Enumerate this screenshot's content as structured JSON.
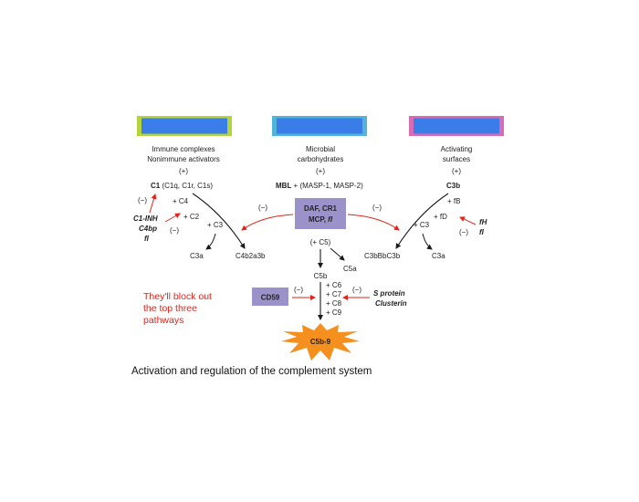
{
  "pathways": {
    "classical": {
      "header_color": "#3b7de8",
      "border_color": "#b5d33a",
      "source_line1": "Immune complexes",
      "source_line2": "Nonimmune activators",
      "plus": "(+)",
      "c1_bold": "C1",
      "c1_rest": " (C1q, C1r, C1s)",
      "minus": "(−)",
      "step_c4": "+ C4",
      "step_c2": "+ C2",
      "step_c3": "+ C3",
      "inhibitor1": "C1-INH",
      "inhibitor2": "C4bp",
      "inhibitor3": "fI",
      "inhibitor_minus": "(−)",
      "product_c3a": "C3a",
      "product_convertase": "C4b2a3b"
    },
    "lectin": {
      "header_color": "#3b7de8",
      "border_color": "#52b4d6",
      "source_line1": "Microbial",
      "source_line2": "carbohydrates",
      "plus": "(+)",
      "mbl_bold": "MBL",
      "mbl_rest": " + (MASP-1, MASP-2)"
    },
    "alternative": {
      "header_color": "#3b7de8",
      "border_color": "#d86bb3",
      "source_line1": "Activating",
      "source_line2": "surfaces",
      "plus": "(+)",
      "c3b": "C3b",
      "step_fb": "+ fB",
      "step_fd": "+ fD",
      "step_c3": "+ C3",
      "minus": "(−)",
      "inhibitor1": "fH",
      "inhibitor2": "fI",
      "inhibitor_minus": "(−)",
      "product_convertase": "C3bBbC3b",
      "product_c3a": "C3a"
    }
  },
  "regulators": {
    "daf_box_color": "#9a92c8",
    "daf_line1": "DAF, CR1",
    "daf_line2_prefix": "MCP, ",
    "daf_line2_italic": "fI",
    "left_minus": "(−)",
    "right_minus": "(−)"
  },
  "terminal": {
    "plus_c5": "(+ C5)",
    "c5a": "C5a",
    "c5b": "C5b",
    "steps": [
      "+ C6",
      "+ C7",
      "+ C8",
      "+ C9"
    ],
    "cd59": "CD59",
    "cd59_box_color": "#9a92c8",
    "cd59_minus": "(−)",
    "s_protein": "S protein",
    "clusterin": "Clusterin",
    "s_minus": "(−)",
    "mac": "C5b-9",
    "mac_color": "#f5901e"
  },
  "note": {
    "line1": "They'll block out",
    "line2": "the top three",
    "line3": "pathways"
  },
  "caption": "Activation and regulation of the complement system",
  "colors": {
    "arrow": "#1a1a1a",
    "inhibit_arrow": "#e0241a"
  }
}
